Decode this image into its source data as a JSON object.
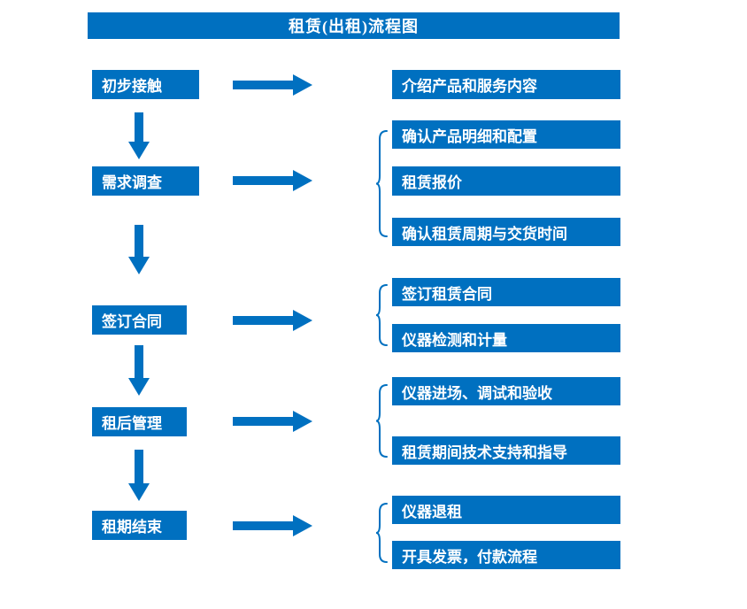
{
  "title": "租赁(出租)流程图",
  "colors": {
    "accent": "#0070C0",
    "box_text": "#FFFFFF",
    "background": "#FFFFFF"
  },
  "stages": [
    {
      "label": "初步接触",
      "details": [
        "介绍产品和服务内容"
      ]
    },
    {
      "label": "需求调查",
      "details": [
        "确认产品明细和配置",
        "租赁报价",
        "确认租赁周期与交货时间"
      ]
    },
    {
      "label": "签订合同",
      "details": [
        "签订租赁合同",
        "仪器检测和计量"
      ]
    },
    {
      "label": "租后管理",
      "details": [
        "仪器进场、调试和验收",
        "租赁期间技术支持和指导"
      ]
    },
    {
      "label": "租期结束",
      "details": [
        "仪器退租",
        "开具发票，付款流程"
      ]
    }
  ]
}
